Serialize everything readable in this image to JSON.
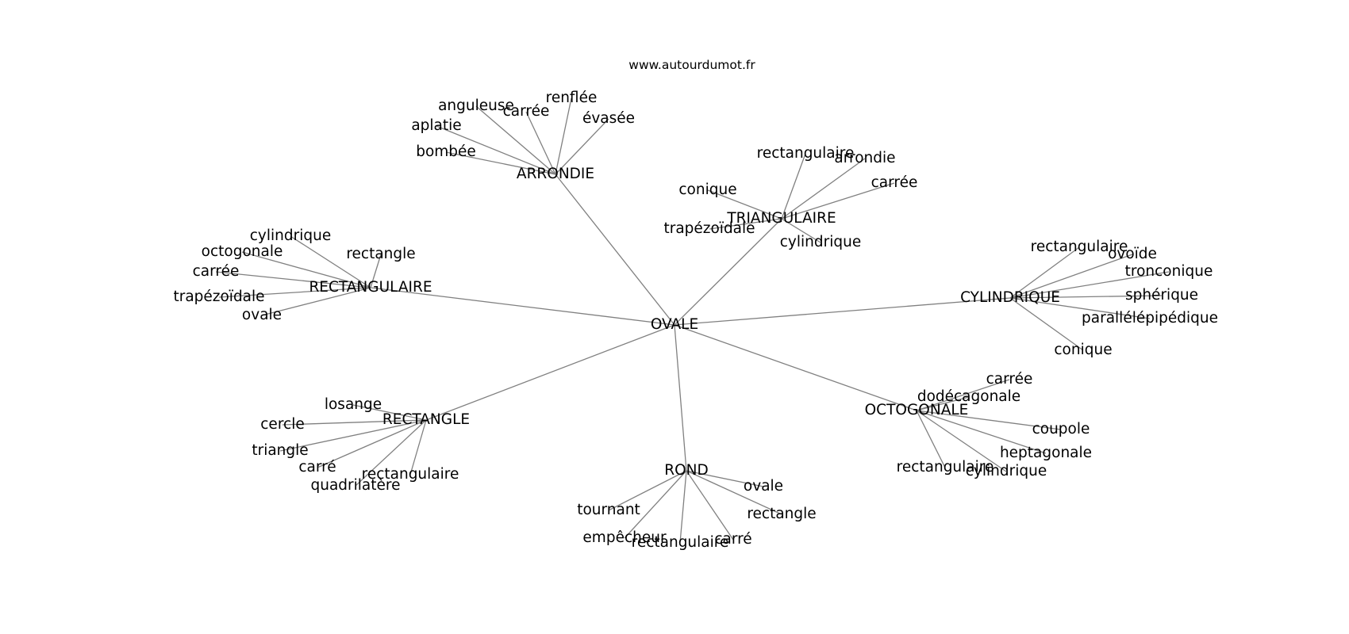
{
  "watermark": "www.autourdumot.fr",
  "center": "OVALE",
  "clusters": [
    {
      "word": "ARRONDIE",
      "related": [
        "anguleuse",
        "carrée",
        "renflée",
        "évasée",
        "aplatie",
        "bombée"
      ]
    },
    {
      "word": "TRIANGULAIRE",
      "related": [
        "rectangulaire",
        "arrondie",
        "carrée",
        "conique",
        "trapézoïdale",
        "cylindrique"
      ]
    },
    {
      "word": "RECTANGULAIRE",
      "related": [
        "cylindrique",
        "octogonale",
        "rectangle",
        "carrée",
        "trapézoïdale",
        "ovale"
      ]
    },
    {
      "word": "CYLINDRIQUE",
      "related": [
        "rectangulaire",
        "ovoïde",
        "tronconique",
        "sphérique",
        "parallélépipédique",
        "conique"
      ]
    },
    {
      "word": "RECTANGLE",
      "related": [
        "losange",
        "cercle",
        "triangle",
        "carré",
        "rectangulaire",
        "quadrilatère"
      ]
    },
    {
      "word": "OCTOGONALE",
      "related": [
        "carrée",
        "dodécagonale",
        "coupole",
        "heptagonale",
        "rectangulaire",
        "cylindrique"
      ]
    },
    {
      "word": "ROND",
      "related": [
        "ovale",
        "rectangle",
        "tournant",
        "empêcheur",
        "rectangulaire",
        "carré"
      ]
    }
  ]
}
